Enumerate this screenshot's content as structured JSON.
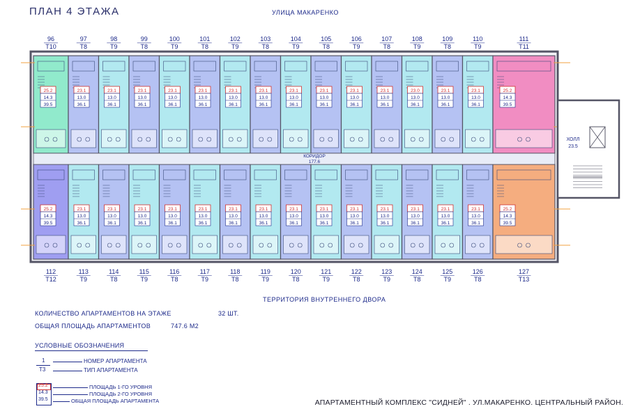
{
  "plan_title": "ПЛАН 4 ЭТАЖА",
  "street_label": "УЛИЦА МАКАРЕНКО",
  "yard_label": "ТЕРРИТОРИЯ ВНУТРЕННЕГО ДВОРА",
  "corridor": {
    "label": "КОРИДОР",
    "area": "177.6"
  },
  "hall": {
    "label": "ХОЛЛ",
    "area": "23.5"
  },
  "top_units": [
    {
      "number": "96",
      "type": "T10",
      "area1": "25.2",
      "area2": "14.3",
      "total": "39.5",
      "color": "#7fe8c4"
    },
    {
      "number": "97",
      "type": "T8",
      "area1": "23.1",
      "area2": "13.0",
      "total": "36.1",
      "color": "#a9b8f2"
    },
    {
      "number": "98",
      "type": "T9",
      "area1": "23.1",
      "area2": "13.0",
      "total": "36.1",
      "color": "#a6e6ee"
    },
    {
      "number": "99",
      "type": "T8",
      "area1": "23.1",
      "area2": "13.0",
      "total": "36.1",
      "color": "#a9b8f2"
    },
    {
      "number": "100",
      "type": "T9",
      "area1": "23.1",
      "area2": "13.0",
      "total": "36.1",
      "color": "#a6e6ee"
    },
    {
      "number": "101",
      "type": "T8",
      "area1": "23.1",
      "area2": "13.0",
      "total": "36.1",
      "color": "#a9b8f2"
    },
    {
      "number": "102",
      "type": "T9",
      "area1": "23.1",
      "area2": "13.0",
      "total": "36.1",
      "color": "#a6e6ee"
    },
    {
      "number": "103",
      "type": "T8",
      "area1": "23.1",
      "area2": "13.0",
      "total": "36.1",
      "color": "#a9b8f2"
    },
    {
      "number": "104",
      "type": "T9",
      "area1": "23.1",
      "area2": "13.0",
      "total": "36.1",
      "color": "#a6e6ee"
    },
    {
      "number": "105",
      "type": "T8",
      "area1": "23.1",
      "area2": "13.0",
      "total": "36.1",
      "color": "#a9b8f2"
    },
    {
      "number": "106",
      "type": "T9",
      "area1": "23.1",
      "area2": "13.0",
      "total": "36.1",
      "color": "#a6e6ee"
    },
    {
      "number": "107",
      "type": "T8",
      "area1": "23.1",
      "area2": "13.0",
      "total": "36.1",
      "color": "#a9b8f2"
    },
    {
      "number": "108",
      "type": "T9",
      "area1": "23.0",
      "area2": "13.0",
      "total": "36.1",
      "color": "#a6e6ee"
    },
    {
      "number": "109",
      "type": "T8",
      "area1": "23.1",
      "area2": "13.0",
      "total": "36.1",
      "color": "#a9b8f2"
    },
    {
      "number": "110",
      "type": "T9",
      "area1": "23.1",
      "area2": "13.0",
      "total": "36.1",
      "color": "#a6e6ee"
    },
    {
      "number": "111",
      "type": "T11",
      "area1": "25.2",
      "area2": "14.3",
      "total": "39.5",
      "color": "#f07ab8"
    }
  ],
  "bottom_units": [
    {
      "number": "112",
      "type": "T12",
      "area1": "25.2",
      "area2": "14.3",
      "total": "39.5",
      "color": "#8f8ef0"
    },
    {
      "number": "113",
      "type": "T9",
      "area1": "23.1",
      "area2": "13.0",
      "total": "36.1",
      "color": "#a6e6ee"
    },
    {
      "number": "114",
      "type": "T8",
      "area1": "23.1",
      "area2": "13.0",
      "total": "36.1",
      "color": "#a9b8f2"
    },
    {
      "number": "115",
      "type": "T9",
      "area1": "23.1",
      "area2": "13.0",
      "total": "36.1",
      "color": "#a6e6ee"
    },
    {
      "number": "116",
      "type": "T8",
      "area1": "23.1",
      "area2": "13.0",
      "total": "36.1",
      "color": "#a9b8f2"
    },
    {
      "number": "117",
      "type": "T9",
      "area1": "23.1",
      "area2": "13.0",
      "total": "36.1",
      "color": "#a6e6ee"
    },
    {
      "number": "118",
      "type": "T8",
      "area1": "23.1",
      "area2": "13.0",
      "total": "36.1",
      "color": "#a9b8f2"
    },
    {
      "number": "119",
      "type": "T9",
      "area1": "23.1",
      "area2": "13.0",
      "total": "36.1",
      "color": "#a6e6ee"
    },
    {
      "number": "120",
      "type": "T8",
      "area1": "23.1",
      "area2": "13.0",
      "total": "36.1",
      "color": "#a9b8f2"
    },
    {
      "number": "121",
      "type": "T9",
      "area1": "23.1",
      "area2": "13.0",
      "total": "36.1",
      "color": "#a6e6ee"
    },
    {
      "number": "122",
      "type": "T8",
      "area1": "23.1",
      "area2": "13.0",
      "total": "36.1",
      "color": "#a9b8f2"
    },
    {
      "number": "123",
      "type": "T9",
      "area1": "23.1",
      "area2": "13.0",
      "total": "36.1",
      "color": "#a6e6ee"
    },
    {
      "number": "124",
      "type": "T8",
      "area1": "23.1",
      "area2": "13.0",
      "total": "36.1",
      "color": "#a9b8f2"
    },
    {
      "number": "125",
      "type": "T9",
      "area1": "23.1",
      "area2": "13.0",
      "total": "36.1",
      "color": "#a6e6ee"
    },
    {
      "number": "126",
      "type": "T8",
      "area1": "23.1",
      "area2": "13.0",
      "total": "36.1",
      "color": "#a9b8f2"
    },
    {
      "number": "127",
      "type": "T13",
      "area1": "25.2",
      "area2": "14.3",
      "total": "39.5",
      "color": "#f5a06a"
    }
  ],
  "stats": {
    "count_label": "КОЛИЧЕСТВО АПАРТАМЕНТОВ НА ЭТАЖЕ",
    "count_value": "32 ШТ.",
    "area_label": "ОБЩАЯ ПЛОЩАДЬ АПАРТАМЕНТОВ",
    "area_value": "747.6 М2"
  },
  "legend": {
    "title": "УСЛОВНЫЕ ОБОЗНАЧЕНИЯ",
    "number_sample": "1",
    "type_sample": "Т3",
    "number_desc": "НОМЕР АПАРТАМЕНТА",
    "type_desc": "ТИП АПАРТАМЕНТА",
    "area1_sample": "25.2",
    "area2_sample": "14.3",
    "total_sample": "39.5",
    "area1_desc": "ПЛОЩАДЬ 1-ГО УРОВНЯ",
    "area2_desc": "ПЛОЩАДЬ 2-ГО УРОВНЯ",
    "total_desc": "ОБЩАЯ ПЛОЩАДЬ АПАРТАМЕНТА"
  },
  "footer": "АПАРТАМЕНТНЫЙ КОМПЛЕКС \"СИДНЕЙ\" . УЛ.МАКАРЕНКО. ЦЕНТРАЛЬНЫЙ РАЙОН.",
  "colors": {
    "ink": "#1d2a8a",
    "wall": "#555566",
    "red": "#d03030",
    "orange": "#f0a040"
  }
}
